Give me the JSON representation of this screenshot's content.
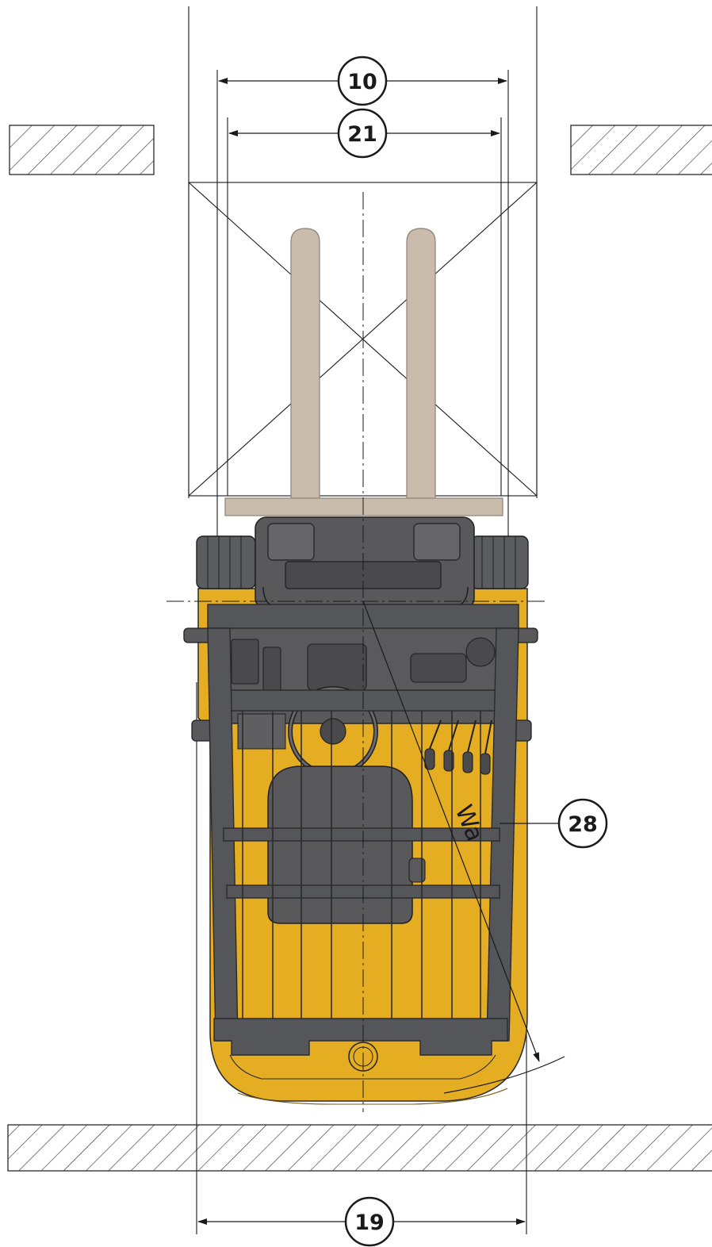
{
  "callouts": {
    "c10": "10",
    "c21": "21",
    "c28": "28",
    "c19": "19"
  },
  "labels": {
    "turning_radius": "Wa"
  },
  "colors": {
    "body_yellow": "#e4ad22",
    "overhead_guard": "#555659",
    "guard_stroke": "#2a2a2c",
    "fork_tan": "#c9bcac",
    "fork_stroke": "#8c8274",
    "line": "#1a1a1a",
    "hatch": "#3a3a3a"
  }
}
